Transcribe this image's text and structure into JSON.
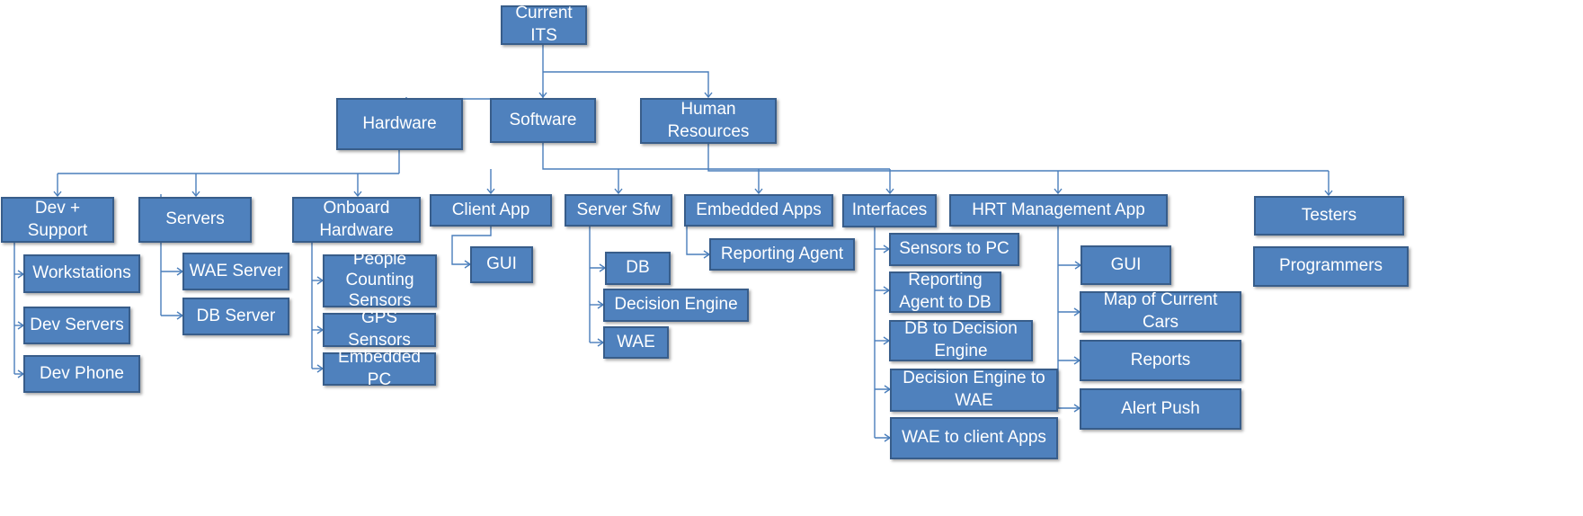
{
  "nodes": {
    "current_its": "Current\nITS",
    "hardware": "Hardware",
    "software": "Software",
    "human_resources": "Human\nResources",
    "dev_support": "Dev +\nSupport",
    "servers": "Servers",
    "onboard_hardware": "Onboard\nHardware",
    "client_app": "Client App",
    "server_sfw": "Server Sfw",
    "embedded_apps": "Embedded Apps",
    "interfaces": "Interfaces",
    "hrt_management_app": "HRT Management App",
    "testers": "Testers",
    "programmers": "Programmers",
    "workstations": "Workstations",
    "dev_servers": "Dev Servers",
    "dev_phone": "Dev Phone",
    "wae_server": "WAE Server",
    "db_server": "DB Server",
    "people_counting_sensors": "People\nCounting\nSensors",
    "gps_sensors": "GPS Sensors",
    "embedded_pc": "Embedded PC",
    "client_gui": "GUI",
    "db": "DB",
    "decision_engine": "Decision Engine",
    "wae": "WAE",
    "reporting_agent": "Reporting Agent",
    "sensors_to_pc": "Sensors to PC",
    "reporting_agent_to_db": "Reporting\nAgent to DB",
    "db_to_decision_engine": "DB to Decision\nEngine",
    "decision_engine_to_wae": "Decision Engine to\nWAE",
    "wae_to_client_apps": "WAE to client Apps",
    "hrt_gui": "GUI",
    "map_of_current_cars": "Map of Current Cars",
    "reports": "Reports",
    "alert_push": "Alert Push"
  },
  "colors": {
    "box_fill": "#4f81bd",
    "box_border": "#385d8a",
    "connector": "#4a7ebb",
    "text": "#ffffff"
  }
}
